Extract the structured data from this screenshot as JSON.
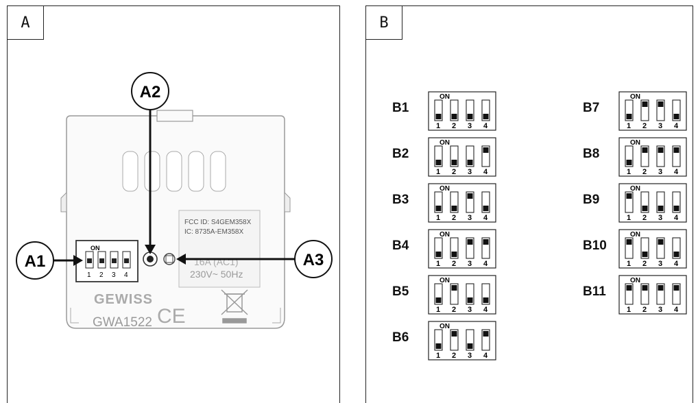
{
  "panels": {
    "a": {
      "label": "A",
      "callouts": {
        "a1": "A1",
        "a2": "A2",
        "a3": "A3"
      },
      "device": {
        "fcc": "FCC ID: S4GEM358X",
        "ic": "IC: 8735A-EM358X",
        "rating": "16A (AC1)",
        "voltage": "230V~ 50Hz",
        "brand": "GEWISS",
        "model": "GWA1522",
        "ce": "CE",
        "dip_on": "ON",
        "dip_nums": [
          "1",
          "2",
          "3",
          "4"
        ]
      }
    },
    "b": {
      "label": "B",
      "switch_on_label": "ON",
      "switch_numbers": [
        "1",
        "2",
        "3",
        "4"
      ],
      "configs": [
        {
          "name": "B1",
          "on": [
            false,
            false,
            false,
            false
          ]
        },
        {
          "name": "B2",
          "on": [
            false,
            false,
            false,
            true
          ]
        },
        {
          "name": "B3",
          "on": [
            false,
            false,
            true,
            false
          ]
        },
        {
          "name": "B4",
          "on": [
            false,
            false,
            true,
            true
          ]
        },
        {
          "name": "B5",
          "on": [
            false,
            true,
            false,
            false
          ]
        },
        {
          "name": "B6",
          "on": [
            false,
            true,
            false,
            true
          ]
        },
        {
          "name": "B7",
          "on": [
            false,
            true,
            true,
            false
          ]
        },
        {
          "name": "B8",
          "on": [
            false,
            true,
            true,
            true
          ]
        },
        {
          "name": "B9",
          "on": [
            true,
            false,
            false,
            false
          ]
        },
        {
          "name": "B10",
          "on": [
            true,
            false,
            true,
            false
          ]
        },
        {
          "name": "B11",
          "on": [
            true,
            true,
            true,
            true
          ]
        }
      ]
    }
  }
}
